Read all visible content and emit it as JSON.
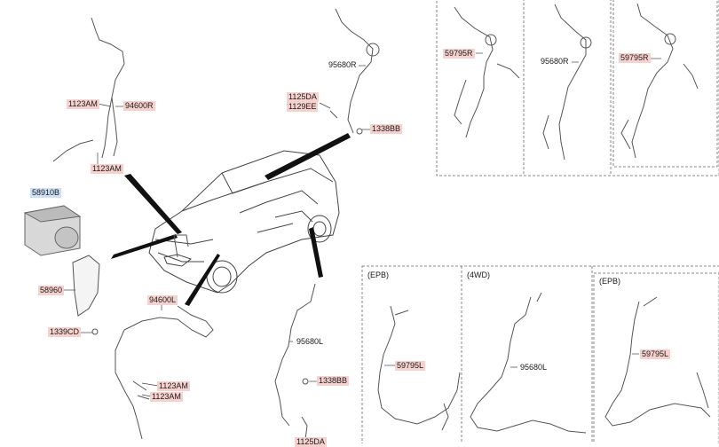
{
  "colors": {
    "highlight_pink": "#f6d2cf",
    "highlight_blue": "#cfe0f6",
    "line": "#444444"
  },
  "callouts": {
    "p94600R": "94600R",
    "p1123AM_a": "1123AM",
    "p1123AM_b": "1123AM",
    "p58910B": "58910B",
    "p58960": "58960",
    "p1339CD": "1339CD",
    "p94600L": "94600L",
    "p1123AM_c": "1123AM",
    "p1123AM_d": "1123AM",
    "p95680R": "95680R",
    "p1125DA": "1125DA",
    "p1129EE": "1129EE",
    "p1338BB_a": "1338BB",
    "p95680L": "95680L",
    "p1338BB_b": "1338BB",
    "p1125DA_b": "1125DA"
  },
  "top_panels": {
    "left": {
      "label": "59795R"
    },
    "middle": {
      "label": "95680R"
    },
    "right": {
      "label": "59795R"
    }
  },
  "bottom_panels": {
    "left": {
      "header": "(EPB)",
      "label": "59795L"
    },
    "middle": {
      "header": "(4WD)",
      "label": "95680L"
    },
    "right": {
      "header": "(EPB)",
      "label": "59795L"
    }
  }
}
